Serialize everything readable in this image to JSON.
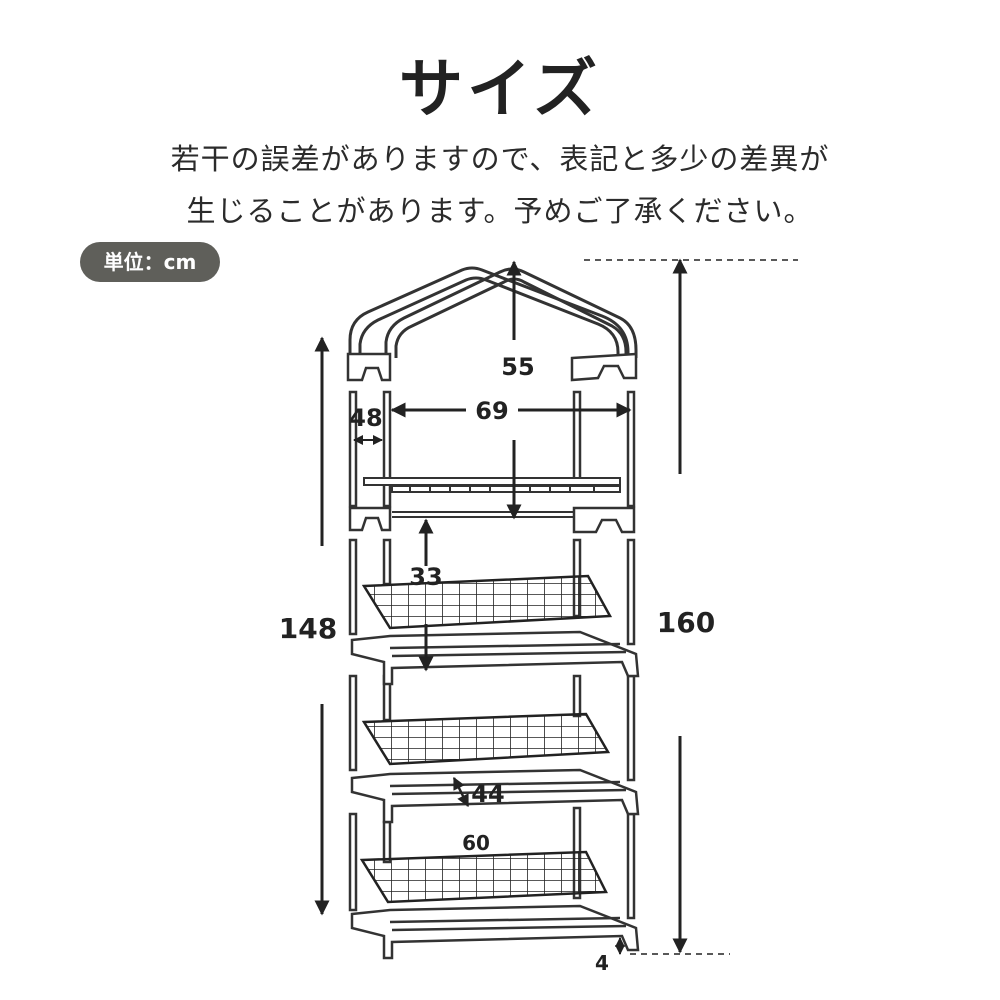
{
  "title": "サイズ",
  "note": {
    "line1": "若干の誤差がありますので、表記と多少の差異が",
    "line2": "生じることがあります。予めご了承ください。"
  },
  "unit_badge": "単位：cm",
  "dimensions": {
    "roof_height": "55",
    "width": "69",
    "depth": "48",
    "shelf_gap": "33",
    "frame_height": "148",
    "total_height": "160",
    "shelf_depth": "44",
    "shelf_width": "60",
    "foot_height": "4"
  }
}
